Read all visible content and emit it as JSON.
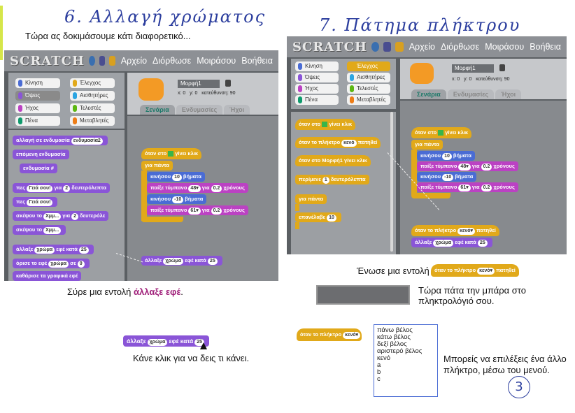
{
  "left": {
    "heading": "6. Αλλαγή χρώματος",
    "intro": "Τώρα ας δοκιμάσουμε κάτι διαφορετικό...",
    "scratch": {
      "logo": "SCRATCH",
      "menu": [
        "Αρχείο",
        "Διόρθωσε",
        "Μοιράσου",
        "Βοήθεια"
      ],
      "categories": [
        {
          "label": "Κίνηση",
          "color": "#4a6cd4"
        },
        {
          "label": "Έλεγχος",
          "color": "#e1a91a"
        },
        {
          "label": "Όψεις",
          "color": "#8a55d7"
        },
        {
          "label": "Αισθητήρες",
          "color": "#2ca5e2"
        },
        {
          "label": "Ήχος",
          "color": "#bb42c3"
        },
        {
          "label": "Τελεστές",
          "color": "#5cb712"
        },
        {
          "label": "Πένα",
          "color": "#0e9a6c"
        },
        {
          "label": "Μεταβλητές",
          "color": "#ee7d16"
        }
      ],
      "sprite_name": "Μορφή1",
      "sprite_coords": "x: 0   y: 0   κατεύθυνση: 90",
      "tabs": [
        "Σενάρια",
        "Ενδυμασίες",
        "Ήχοι"
      ],
      "palette_blocks": [
        "αλλαγή σε ενδυμασία",
        "ενδυμασία2",
        "επόμενη ενδυμασία",
        "ενδυμασία #",
        "πες",
        "Γειά σου!",
        "για",
        "2",
        "δευτερόλεπτα",
        "πες",
        "Γειά σου!",
        "σκέψου το",
        "Χμμ...",
        "για",
        "2",
        "δευτερόλε",
        "σκέψου το",
        "Χμμ...",
        "άλλαξε",
        "χρώμα",
        "εφέ κατά",
        "25",
        "όρισε το εφέ",
        "χρώμα",
        "σε",
        "0",
        "καθάρισε τα γραφικά εφέ"
      ],
      "script": {
        "hat": "όταν στο",
        "hat_tail": "γίνει κλικ",
        "loop": "για πάντα",
        "lines": [
          [
            "κινήσου",
            "10",
            "βήματα"
          ],
          [
            "παίξε τύμπανο",
            "48▾",
            "για",
            "0.2",
            "χρόνους"
          ],
          [
            "κινήσου",
            "-10",
            "βήματα"
          ],
          [
            "παίξε τύμπανο",
            "61▾",
            "για",
            "0.2",
            "χρόνους"
          ]
        ],
        "dragged": [
          "άλλαξε",
          "χρώμα",
          "εφέ κατά",
          "25"
        ]
      }
    },
    "instruction_prefix": "Σύρε μια εντολή ",
    "instruction_highlight": "άλλαξε εφέ",
    "instruction_suffix": ".",
    "sample_block": [
      "άλλαξε",
      "χρώμα",
      "εφέ κατά",
      "25"
    ],
    "sample_caption": "Κάνε κλικ για να δεις τι κάνει."
  },
  "right": {
    "heading": "7. Πάτημα πλήκτρου",
    "scratch": {
      "logo": "SCRATCH",
      "menu": [
        "Αρχείο",
        "Διόρθωσε",
        "Μοιράσου",
        "Βοήθεια"
      ],
      "categories": [
        {
          "label": "Κίνηση",
          "color": "#4a6cd4"
        },
        {
          "label": "Έλεγχος",
          "color": "#e1a91a"
        },
        {
          "label": "Όψεις",
          "color": "#8a55d7"
        },
        {
          "label": "Αισθητήρες",
          "color": "#2ca5e2"
        },
        {
          "label": "Ήχος",
          "color": "#bb42c3"
        },
        {
          "label": "Τελεστές",
          "color": "#5cb712"
        },
        {
          "label": "Πένα",
          "color": "#0e9a6c"
        },
        {
          "label": "Μεταβλητές",
          "color": "#ee7d16"
        }
      ],
      "sprite_name": "Μορφή1",
      "sprite_coords": "x: 0   y: 0   κατεύθυνση: 90",
      "tabs": [
        "Σενάρια",
        "Ενδυμασίες",
        "Ήχοι"
      ],
      "palette_blocks": [
        "όταν στο",
        "γίνει κλικ",
        "όταν το πλήκτρο",
        "κενό",
        "πατηθεί",
        "όταν στο Μορφή1 γίνει κλικ",
        "περίμενε",
        "1",
        "δευτερόλεπτα",
        "για πάντα",
        "επανέλαβε",
        "10"
      ],
      "script": {
        "hat": "όταν στο",
        "hat_tail": "γίνει κλικ",
        "loop": "για πάντα",
        "lines": [
          [
            "κινήσου",
            "10",
            "βήματα"
          ],
          [
            "παίξε τύμπανο",
            "48▾",
            "για",
            "0.2",
            "χρόνους"
          ],
          [
            "κινήσου",
            "-10",
            "βήματα"
          ],
          [
            "παίξε τύμπανο",
            "61▾",
            "για",
            "0.2",
            "χρόνους"
          ]
        ],
        "key_hat": [
          "όταν το πλήκτρο",
          "κενό▾",
          "πατηθεί"
        ],
        "key_body": [
          "άλλαξε",
          "χρώμα",
          "εφέ κατά",
          "25"
        ]
      }
    },
    "join_caption": "Ένωσε μια εντολή",
    "join_block": [
      "όταν το πλήκτρο",
      "κενό▾",
      "πατηθεί"
    ],
    "press_caption_1": "Τώρα πάτα την μπάρα στο",
    "press_caption_2": "πληκτρολόγιό σου.",
    "menu_block": [
      "όταν το πλήκτρο",
      "κενό▾"
    ],
    "key_options": [
      "πάνω βέλος",
      "κάτω βέλος",
      "δεξί βέλος",
      "αριστερό βέλος",
      "κενό",
      "a",
      "b",
      "c"
    ],
    "choose_caption_1": "Μπορείς να επιλέξεις ένα άλλο",
    "choose_caption_2": "πλήκτρο,  μέσω του μενού.",
    "page_number": "3"
  }
}
